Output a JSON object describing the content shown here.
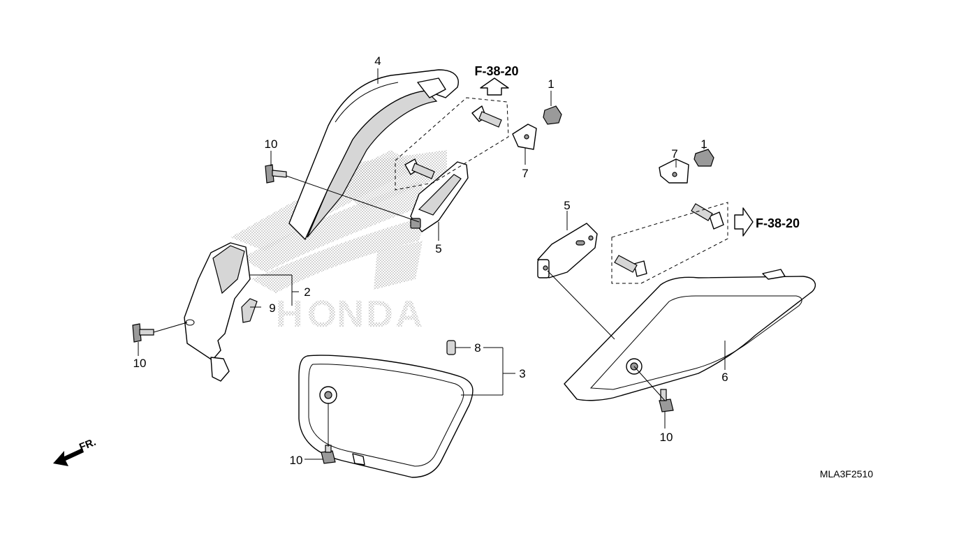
{
  "callouts": {
    "c1a": "1",
    "c1b": "1",
    "c2": "2",
    "c3": "3",
    "c4": "4",
    "c5a": "5",
    "c5b": "5",
    "c6": "6",
    "c7a": "7",
    "c7b": "7",
    "c8": "8",
    "c9": "9",
    "c10a": "10",
    "c10b": "10",
    "c10c": "10",
    "c10d": "10"
  },
  "references": {
    "upper": "F-38-20",
    "right": "F-38-20"
  },
  "direction_label": "FR.",
  "diagram_code": "MLA3F2510",
  "watermark": [
    "H",
    "O",
    "N",
    "D",
    "A"
  ]
}
